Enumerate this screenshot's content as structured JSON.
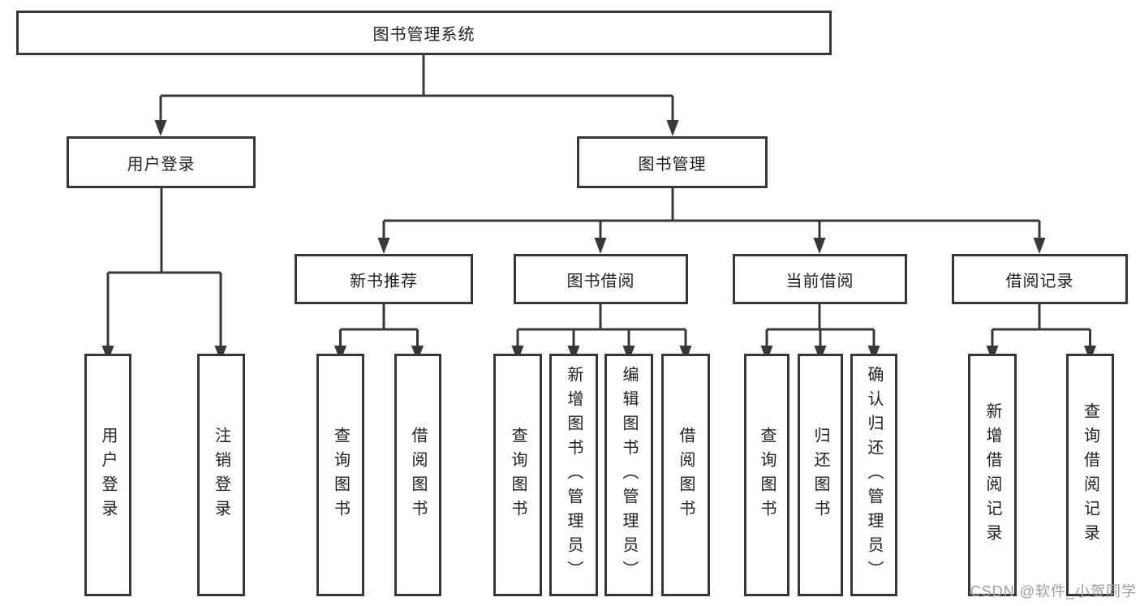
{
  "diagram_title": "图书管理系统",
  "nodes": {
    "root": "图书管理系统",
    "user_login": "用户登录",
    "book_mgmt": "图书管理",
    "new_book_rec": "新书推荐",
    "book_borrow": "图书借阅",
    "current_borrow": "当前借阅",
    "borrow_record": "借阅记录",
    "leaf_user_login": "用户登录",
    "leaf_logout": "注销登录",
    "leaf_query_book_1": "查询图书",
    "leaf_borrow_book_1": "借阅图书",
    "leaf_query_book_2": "查询图书",
    "leaf_add_book": "新增图书（管理员）",
    "leaf_edit_book": "编辑图书（管理员）",
    "leaf_borrow_book_2": "借阅图书",
    "leaf_query_book_3": "查询图书",
    "leaf_return_book": "归还图书",
    "leaf_confirm_return": "确认归还（管理员）",
    "leaf_add_record": "新增借阅记录",
    "leaf_query_record": "查询借阅记录"
  },
  "watermark": "CSDN @软件_小贺同学",
  "colors": {
    "line": "#383838",
    "text": "#1f1f1f",
    "fill": "#ffffff",
    "watermark": "#9e9e9e"
  }
}
